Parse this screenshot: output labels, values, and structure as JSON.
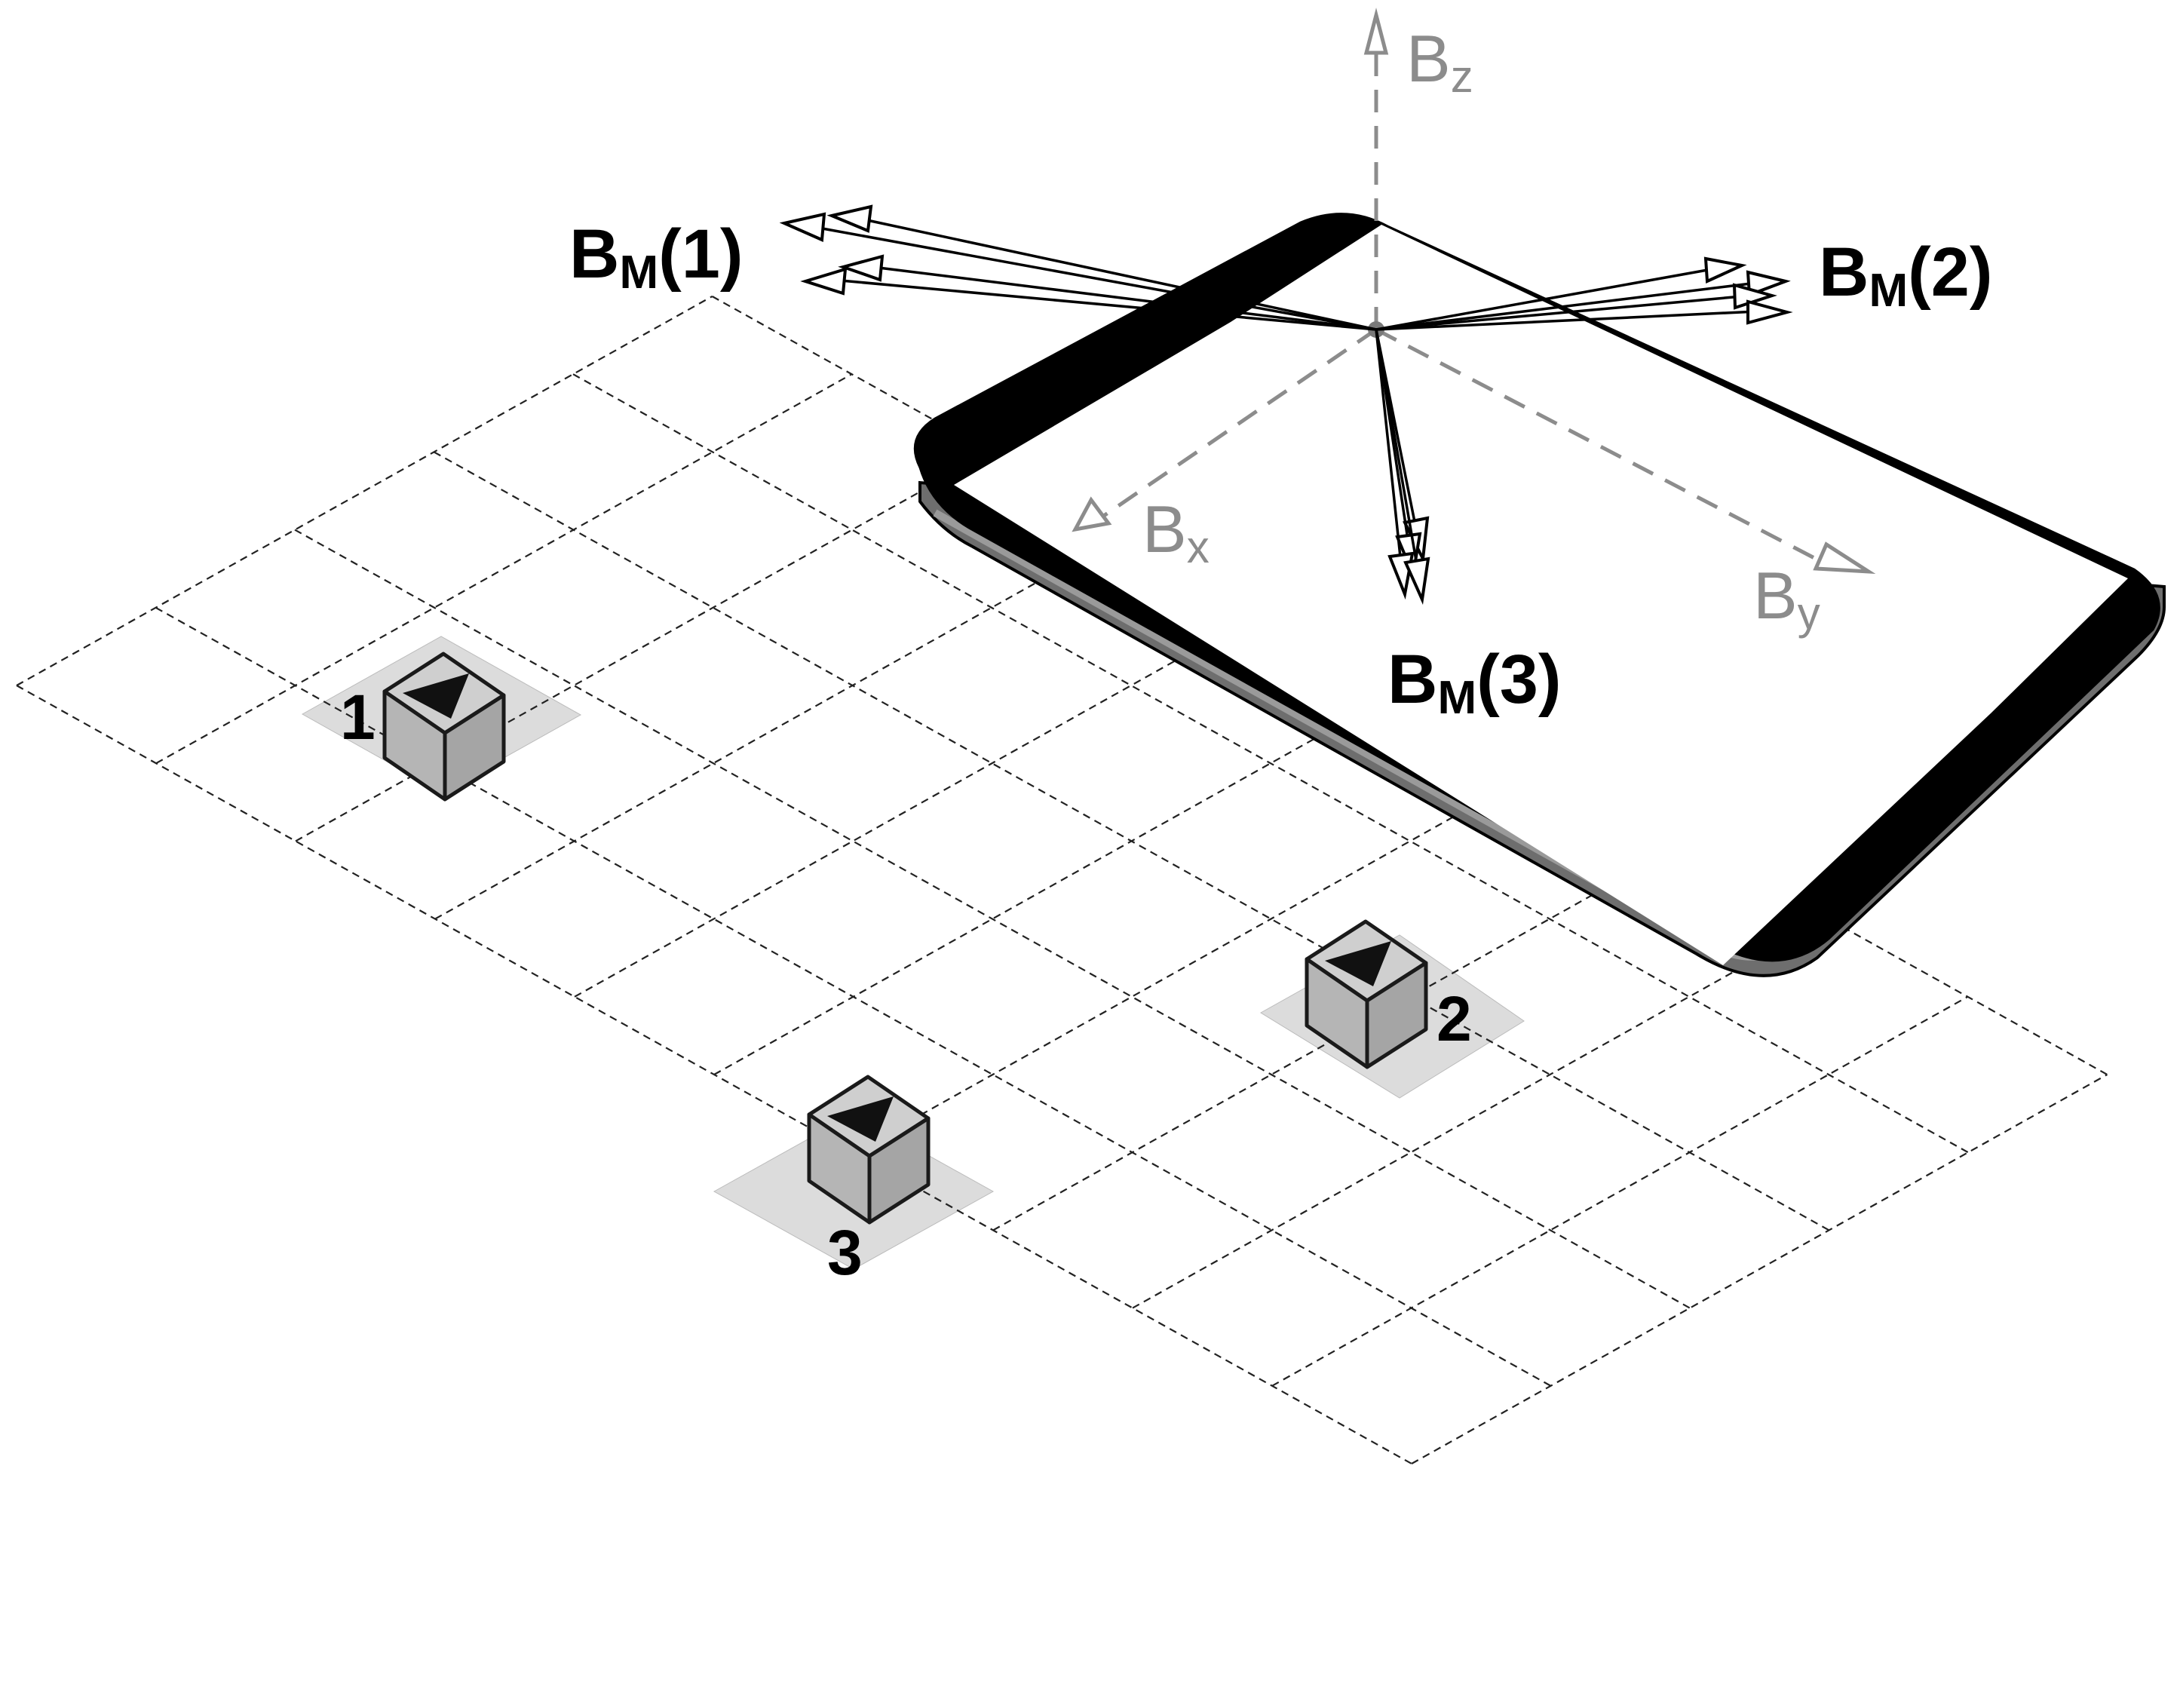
{
  "figure": {
    "axes": {
      "z": {
        "base": "B",
        "sub": "z"
      },
      "x": {
        "base": "B",
        "sub": "x"
      },
      "y": {
        "base": "B",
        "sub": "y"
      }
    },
    "measurements": [
      {
        "base": "B",
        "sub": "M",
        "suffix": "(1)"
      },
      {
        "base": "B",
        "sub": "M",
        "suffix": "(2)"
      },
      {
        "base": "B",
        "sub": "M",
        "suffix": "(3)"
      }
    ],
    "positions": [
      "1",
      "2",
      "3"
    ]
  }
}
